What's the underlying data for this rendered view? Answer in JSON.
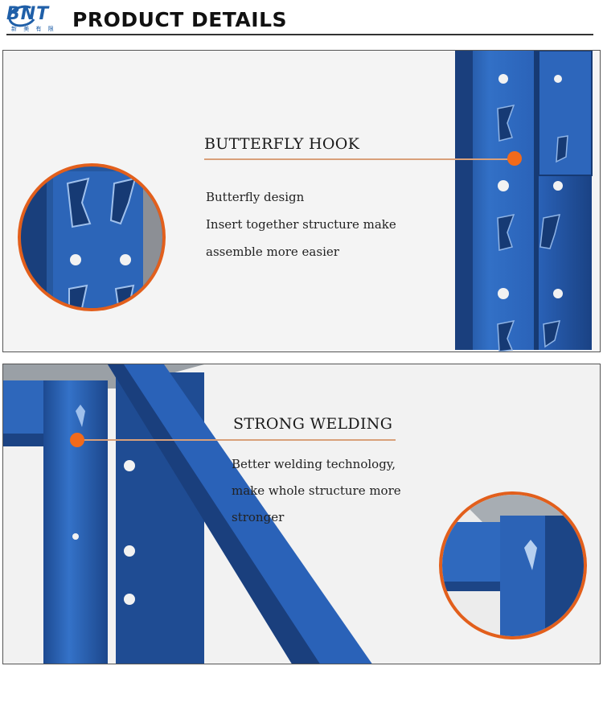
{
  "header": {
    "logo_text": "BNT",
    "logo_subtext": "新 美 有 限",
    "title": "PRODUCT DETAILS"
  },
  "features": [
    {
      "title": "BUTTERFLY HOOK",
      "lines": [
        "Butterfly design",
        "Insert together structure make",
        "assemble more easier"
      ]
    },
    {
      "title": "STRONG WELDING",
      "lines": [
        "Better welding technology,",
        "make whole structure more",
        "stronger"
      ]
    }
  ],
  "colors": {
    "accent": "#f26a1b",
    "steel_blue": "#2a62b8",
    "steel_blue_dark": "#1d4a91",
    "panel_bg": "#f4f4f4"
  },
  "icons": [
    "logo-mark",
    "callout-dot"
  ]
}
